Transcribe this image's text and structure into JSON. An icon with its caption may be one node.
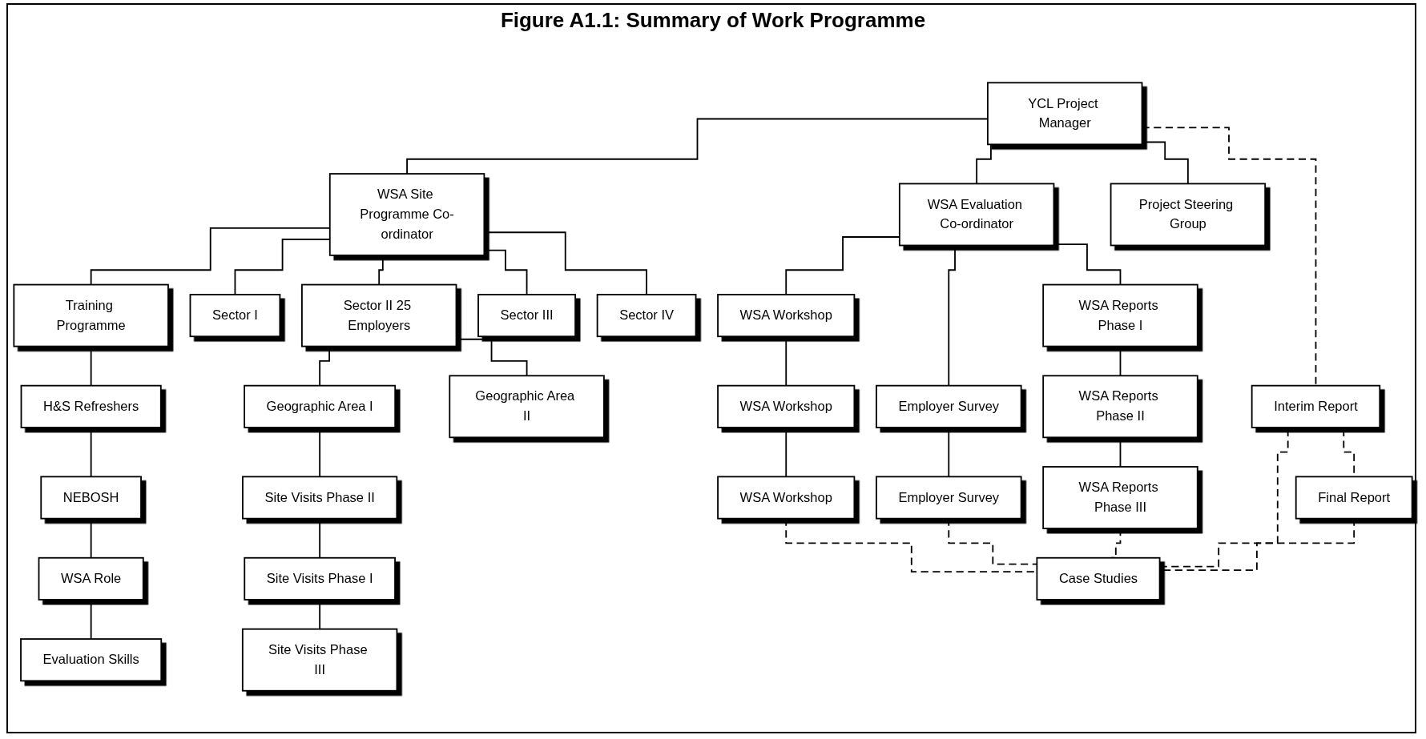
{
  "diagram": {
    "title": "Figure A1.1: Summary of Work Programme",
    "nodes": [
      {
        "text": [
          "YCL Project Manager"
        ]
      },
      {
        "text": [
          "Project Steering Group"
        ]
      },
      {
        "text": [
          "WSA Site Programme Co-ordinator"
        ]
      },
      {
        "text": [
          "WSA Evaluation Co-ordinator"
        ]
      },
      {
        "text": [
          "Training Programme"
        ]
      },
      {
        "text": [
          "Sector I"
        ]
      },
      {
        "text": [
          "Sector II 25 Employers"
        ]
      },
      {
        "text": [
          "Sector III"
        ]
      },
      {
        "text": [
          "Sector IV"
        ]
      },
      {
        "text": [
          "WSA Workshop"
        ]
      },
      {
        "text": [
          "Employer Survey"
        ]
      },
      {
        "text": [
          "WSA Reports Phase I"
        ]
      },
      {
        "text": [
          "H&S Refreshers"
        ]
      },
      {
        "text": [
          "NEBOSH"
        ]
      },
      {
        "text": [
          "WSA Role"
        ]
      },
      {
        "text": [
          "Evaluation Skills"
        ]
      },
      {
        "text": [
          "Geographic Area I"
        ]
      },
      {
        "text": [
          "Geographic Area II"
        ]
      },
      {
        "text": [
          "Site Visits Phase II"
        ]
      },
      {
        "text": [
          "Site Visits Phase I"
        ]
      },
      {
        "text": [
          "Site Visits Phase III"
        ]
      },
      {
        "text": [
          "WSA Workshop"
        ]
      },
      {
        "text": [
          "WSA Reports Phase II"
        ]
      },
      {
        "text": [
          "WSA Workshop"
        ]
      },
      {
        "text": [
          "Employer Survey"
        ]
      },
      {
        "text": [
          "WSA Reports Phase III"
        ]
      },
      {
        "text": [
          "Interim Report"
        ]
      },
      {
        "text": [
          "Final Report"
        ]
      },
      {
        "text": [
          "Case Studies"
        ]
      }
    ],
    "edges": [
      {
        "from": 0,
        "to": 2,
        "arrow": "none"
      },
      {
        "from": 0,
        "to": 3,
        "arrow": "none"
      },
      {
        "from": 0,
        "to": 1,
        "arrow": "none"
      },
      {
        "from": 0,
        "to": 26,
        "arrow": "none",
        "style": "dashed"
      },
      {
        "from": 2,
        "to": 4,
        "arrow": "none"
      },
      {
        "from": 2,
        "to": 5,
        "arrow": "none"
      },
      {
        "from": 2,
        "to": 6,
        "arrow": "none"
      },
      {
        "from": 2,
        "to": 7,
        "arrow": "none"
      },
      {
        "from": 2,
        "to": 8,
        "arrow": "none"
      },
      {
        "from": 3,
        "to": 9,
        "arrow": "none"
      },
      {
        "from": 3,
        "to": 10,
        "arrow": "none"
      },
      {
        "from": 3,
        "to": 11,
        "arrow": "none"
      },
      {
        "from": 4,
        "to": 12,
        "arrow": "none"
      },
      {
        "from": 12,
        "to": 13,
        "arrow": "none"
      },
      {
        "from": 13,
        "to": 14,
        "arrow": "none"
      },
      {
        "from": 14,
        "to": 15,
        "arrow": "none"
      },
      {
        "from": 6,
        "to": 16,
        "arrow": "none"
      },
      {
        "from": 6,
        "to": 17,
        "arrow": "none"
      },
      {
        "from": 16,
        "to": 18,
        "arrow": "none"
      },
      {
        "from": 18,
        "to": 19,
        "arrow": "none"
      },
      {
        "from": 19,
        "to": 20,
        "arrow": "none"
      },
      {
        "from": 9,
        "to": 21,
        "arrow": "none"
      },
      {
        "from": 21,
        "to": 23,
        "arrow": "none"
      },
      {
        "from": 10,
        "to": 24,
        "arrow": "none"
      },
      {
        "from": 11,
        "to": 22,
        "arrow": "none"
      },
      {
        "from": 22,
        "to": 25,
        "arrow": "none"
      },
      {
        "from": 23,
        "to": 28,
        "arrow": "none",
        "style": "dashed"
      },
      {
        "from": 24,
        "to": 28,
        "arrow": "none",
        "style": "dashed"
      },
      {
        "from": 25,
        "to": 28,
        "arrow": "none",
        "style": "dashed"
      },
      {
        "from": 26,
        "to": 28,
        "arrow": "none",
        "style": "dashed"
      },
      {
        "from": 26,
        "to": 27,
        "arrow": "none",
        "style": "dashed"
      },
      {
        "from": 27,
        "to": 28,
        "arrow": "none",
        "style": "dashed"
      }
    ]
  }
}
